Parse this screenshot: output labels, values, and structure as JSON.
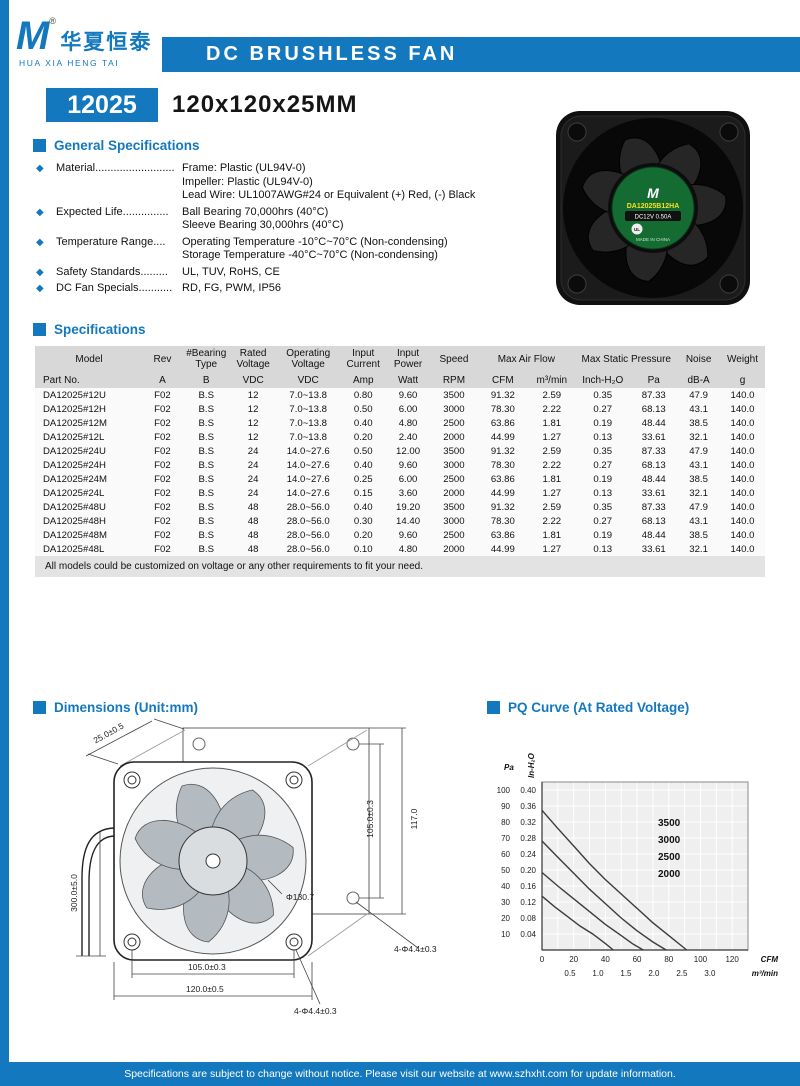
{
  "colors": {
    "blue": "#1478be",
    "table_header_bg": "#d8d8d8",
    "note_bg": "#e3e3e3"
  },
  "header": {
    "logo_m": "M",
    "registered": "®",
    "brand_cn": "华夏恒泰",
    "brand_en": "HUA XIA HENG TAI",
    "banner": "DC BRUSHLESS FAN"
  },
  "model": {
    "code": "12025",
    "size": "120x120x25MM"
  },
  "general": {
    "title": "General Specifications",
    "items": [
      {
        "label": "Material..........................",
        "values": [
          "Frame: Plastic (UL94V-0)",
          "Impeller: Plastic (UL94V-0)",
          "Lead Wire: UL1007AWG#24 or Equivalent (+) Red, (-) Black"
        ]
      },
      {
        "label": "Expected Life...............",
        "values": [
          "Ball Bearing 70,000hrs (40°C)",
          "Sleeve Bearing 30,000hrs (40°C)"
        ]
      },
      {
        "label": "Temperature Range....",
        "values": [
          "Operating Temperature -10°C~70°C (Non-condensing)",
          "Storage Temperature -40°C~70°C (Non-condensing)"
        ]
      },
      {
        "label": "Safety Standards.........",
        "values": [
          "UL, TUV, RoHS, CE"
        ]
      },
      {
        "label": "DC Fan Specials...........",
        "values": [
          "RD, FG, PWM, IP56"
        ]
      }
    ]
  },
  "fan_image": {
    "hub_brand": "M",
    "hub_model": "DA12025B12HA",
    "hub_spec": "DC12V  0.50A",
    "hub_cert": "UL",
    "hub_origin": "MADE IN CHINA"
  },
  "specs": {
    "title": "Specifications",
    "h1": [
      "Model",
      "Rev",
      "#Bearing Type",
      "Rated Voltage",
      "Operating Voltage",
      "Input Current",
      "Input Power",
      "Speed",
      "Max Air Flow",
      "Max Static Pressure",
      "Noise",
      "Weight"
    ],
    "h2": [
      "Part No.",
      "A",
      "B",
      "VDC",
      "VDC",
      "Amp",
      "Watt",
      "RPM",
      "CFM",
      "m³/min",
      "Inch-H₂O",
      "Pa",
      "dB-A",
      "g"
    ],
    "rows": [
      [
        "DA12025#12U",
        "F02",
        "B.S",
        "12",
        "7.0~13.8",
        "0.80",
        "9.60",
        "3500",
        "91.32",
        "2.59",
        "0.35",
        "87.33",
        "47.9",
        "140.0"
      ],
      [
        "DA12025#12H",
        "F02",
        "B.S",
        "12",
        "7.0~13.8",
        "0.50",
        "6.00",
        "3000",
        "78.30",
        "2.22",
        "0.27",
        "68.13",
        "43.1",
        "140.0"
      ],
      [
        "DA12025#12M",
        "F02",
        "B.S",
        "12",
        "7.0~13.8",
        "0.40",
        "4.80",
        "2500",
        "63.86",
        "1.81",
        "0.19",
        "48.44",
        "38.5",
        "140.0"
      ],
      [
        "DA12025#12L",
        "F02",
        "B.S",
        "12",
        "7.0~13.8",
        "0.20",
        "2.40",
        "2000",
        "44.99",
        "1.27",
        "0.13",
        "33.61",
        "32.1",
        "140.0"
      ],
      [
        "DA12025#24U",
        "F02",
        "B.S",
        "24",
        "14.0~27.6",
        "0.50",
        "12.00",
        "3500",
        "91.32",
        "2.59",
        "0.35",
        "87.33",
        "47.9",
        "140.0"
      ],
      [
        "DA12025#24H",
        "F02",
        "B.S",
        "24",
        "14.0~27.6",
        "0.40",
        "9.60",
        "3000",
        "78.30",
        "2.22",
        "0.27",
        "68.13",
        "43.1",
        "140.0"
      ],
      [
        "DA12025#24M",
        "F02",
        "B.S",
        "24",
        "14.0~27.6",
        "0.25",
        "6.00",
        "2500",
        "63.86",
        "1.81",
        "0.19",
        "48.44",
        "38.5",
        "140.0"
      ],
      [
        "DA12025#24L",
        "F02",
        "B.S",
        "24",
        "14.0~27.6",
        "0.15",
        "3.60",
        "2000",
        "44.99",
        "1.27",
        "0.13",
        "33.61",
        "32.1",
        "140.0"
      ],
      [
        "DA12025#48U",
        "F02",
        "B.S",
        "48",
        "28.0~56.0",
        "0.40",
        "19.20",
        "3500",
        "91.32",
        "2.59",
        "0.35",
        "87.33",
        "47.9",
        "140.0"
      ],
      [
        "DA12025#48H",
        "F02",
        "B.S",
        "48",
        "28.0~56.0",
        "0.30",
        "14.40",
        "3000",
        "78.30",
        "2.22",
        "0.27",
        "68.13",
        "43.1",
        "140.0"
      ],
      [
        "DA12025#48M",
        "F02",
        "B.S",
        "48",
        "28.0~56.0",
        "0.20",
        "9.60",
        "2500",
        "63.86",
        "1.81",
        "0.19",
        "48.44",
        "38.5",
        "140.0"
      ],
      [
        "DA12025#48L",
        "F02",
        "B.S",
        "48",
        "28.0~56.0",
        "0.10",
        "4.80",
        "2000",
        "44.99",
        "1.27",
        "0.13",
        "33.61",
        "32.1",
        "140.0"
      ]
    ],
    "note": "All models could be customized on voltage or any other requirements to fit your need."
  },
  "dimensions": {
    "title": "Dimensions (Unit:mm)",
    "labels": {
      "depth": "25.0±0.5",
      "wire": "300.0±5.0",
      "circle": "Φ130.7",
      "pitch_v": "105.0±0.3",
      "height": "117.0",
      "pitch_h": "105.0±0.3",
      "width": "120.0±0.5",
      "holes_a": "4-Φ4.4±0.3",
      "holes_b": "4-Φ4.4±0.3"
    }
  },
  "pq": {
    "title": "PQ Curve (At Rated Voltage)"
  },
  "chart_data": {
    "type": "line",
    "title": "PQ Curve (At Rated Voltage)",
    "y_axis_pa": {
      "label": "Pa",
      "ticks": [
        10,
        20,
        30,
        40,
        50,
        60,
        70,
        80,
        90,
        100
      ],
      "range": [
        0,
        105
      ]
    },
    "y_axis_inh2o": {
      "label": "In-H₂O",
      "ticks": [
        0.04,
        0.08,
        0.12,
        0.16,
        0.2,
        0.24,
        0.28,
        0.32,
        0.36,
        0.4
      ]
    },
    "x_axis_cfm": {
      "label": "CFM",
      "ticks": [
        0,
        20,
        40,
        60,
        80,
        100,
        120
      ],
      "range": [
        0,
        130
      ]
    },
    "x_axis_m3min": {
      "label": "m³/min",
      "ticks": [
        0.5,
        1.0,
        1.5,
        2.0,
        2.5,
        3.0
      ]
    },
    "grid": true,
    "legend_position": "inside-right",
    "series": [
      {
        "name": "3500",
        "points": [
          [
            0,
            87.33
          ],
          [
            10,
            76
          ],
          [
            20,
            65
          ],
          [
            30,
            54
          ],
          [
            40,
            44
          ],
          [
            50,
            35
          ],
          [
            60,
            26
          ],
          [
            70,
            17
          ],
          [
            80,
            9
          ],
          [
            91.32,
            0
          ]
        ]
      },
      {
        "name": "3000",
        "points": [
          [
            0,
            68.13
          ],
          [
            10,
            58
          ],
          [
            20,
            48
          ],
          [
            30,
            38
          ],
          [
            40,
            29
          ],
          [
            50,
            20
          ],
          [
            60,
            12
          ],
          [
            70,
            5
          ],
          [
            78.3,
            0
          ]
        ]
      },
      {
        "name": "2500",
        "points": [
          [
            0,
            48.44
          ],
          [
            10,
            40
          ],
          [
            20,
            32
          ],
          [
            30,
            24
          ],
          [
            40,
            16
          ],
          [
            50,
            9
          ],
          [
            57,
            4
          ],
          [
            63.86,
            0
          ]
        ]
      },
      {
        "name": "2000",
        "points": [
          [
            0,
            33.61
          ],
          [
            8,
            27
          ],
          [
            16,
            21
          ],
          [
            24,
            15
          ],
          [
            32,
            10
          ],
          [
            40,
            4
          ],
          [
            44.99,
            0
          ]
        ]
      }
    ]
  },
  "footer": {
    "text": "Specifications are subject to change without notice. Please visit our website at www.szhxht.com for update information."
  }
}
